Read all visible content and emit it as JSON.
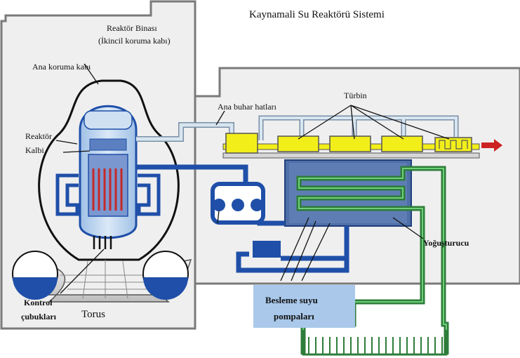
{
  "title": "Kaynamali Su Reaktörü Sistemi",
  "labels": {
    "reactor_building_1": "Reaktör Binası",
    "reactor_building_2": "(İkincil koruma kabı)",
    "primary_containment": "Ana koruma kabı",
    "reactor_core_1": "Reaktör",
    "reactor_core_2": "Kalbi",
    "main_steam_lines": "Ana buhar hatları",
    "turbine": "Türbin",
    "condenser": "Yoğuşturucu",
    "feedwater_pumps_1": "Besleme suyu",
    "feedwater_pumps_2": "pompaları",
    "control_rods_1": "Kontrol",
    "control_rods_2": "çubukları",
    "torus": "Torus"
  },
  "colors": {
    "building_fill": "#efefef",
    "building_stroke": "#7a7a7a",
    "steam_pipe": "#d8e6f0",
    "water_pipe": "#1f4fa8",
    "cooling_pipe": "#2e7d3a",
    "turbine": "#f2ee1a",
    "pump_box": "#a9c8ea",
    "arrow_red": "#cc2222",
    "condenser_fill": "#4f6fa8"
  }
}
